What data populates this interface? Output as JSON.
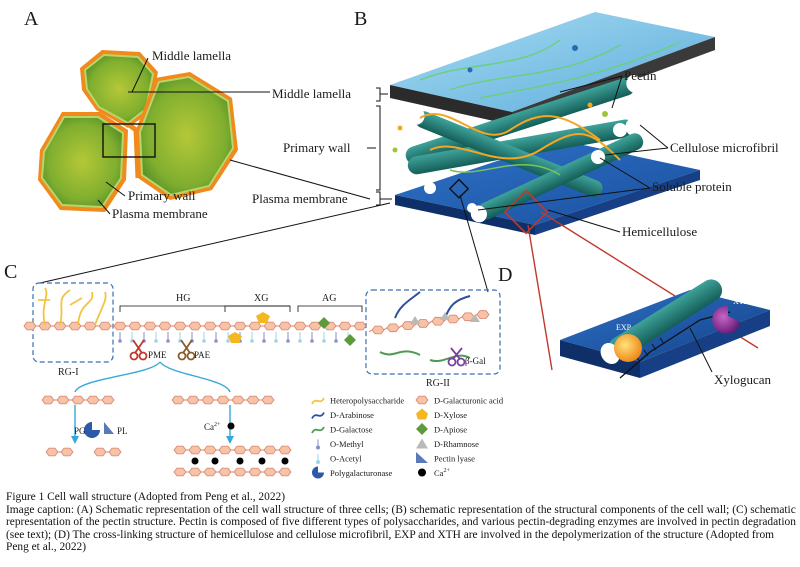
{
  "panels": {
    "a": "A",
    "b": "B",
    "c": "C",
    "d": "D"
  },
  "panel_a": {
    "middle_lamella": "Middle lamella",
    "primary_wall": "Primary wall",
    "plasma_membrane": "Plasma membrane"
  },
  "panel_b": {
    "middle_lamella": "Middle lamella",
    "primary_wall": "Primary wall",
    "plasma_membrane": "Plasma membrane",
    "pectin": "Pectin",
    "cellulose_microfibril": "Cellulose microfibril",
    "soluble_protein": "Soluble protein",
    "hemicellulose": "Hemicellulose"
  },
  "panel_c": {
    "hg": "HG",
    "xg": "XG",
    "ag": "AG",
    "rg1": "RG-I",
    "rg2": "RG-II",
    "pme": "PME",
    "pae": "PAE",
    "bgal": "β-Gal",
    "pg": "PG",
    "pl": "PL",
    "ca": "Ca",
    "ca_sup": "2+"
  },
  "legend": [
    {
      "label": "Heteropolysaccharide",
      "color": "#f2c440",
      "shape": "curve"
    },
    {
      "label": "D-Arabinose",
      "color": "#2c4f9e",
      "shape": "curve"
    },
    {
      "label": "D-Galactose",
      "color": "#4f9a54",
      "shape": "curve"
    },
    {
      "label": "O-Methyl",
      "color": "#8a8fc9",
      "shape": "pin"
    },
    {
      "label": "O-Acetyl",
      "color": "#9fd3e6",
      "shape": "pin"
    },
    {
      "label": "Polygalacturonase",
      "color": "#2c5aa8",
      "shape": "pacman"
    },
    {
      "label": "D-Galacturonic acid",
      "color": "#f6c3a8",
      "shape": "hexagon"
    },
    {
      "label": "D-Xylose",
      "color": "#f3b820",
      "shape": "pentagon"
    },
    {
      "label": "D-Apiose",
      "color": "#5d9a3c",
      "shape": "diamond"
    },
    {
      "label": "D-Rhamnose",
      "color": "#b9b9b9",
      "shape": "triangle"
    },
    {
      "label": "Pectin lyase",
      "color": "#5b79b8",
      "shape": "wedge"
    },
    {
      "label": "Ca",
      "sup": "2+",
      "color": "#000000",
      "shape": "dot"
    }
  ],
  "panel_d": {
    "exp": "EXP",
    "xth": "XTH",
    "xyloglucan": "Xylogucan"
  },
  "caption": {
    "title": "Figure 1 Cell wall structure (Adopted from Peng et al., 2022)",
    "body": "Image caption: (A) Schematic representation of the cell wall structure of three cells; (B) schematic representation of the structural components of the cell wall; (C) schematic representation of the pectin structure. Pectin is composed of five different types of polysaccharides, and various pectin-degrading enzymes are involved in pectin degradation (see text); (D) The cross-linking structure of hemicellulose and cellulose microfibril, EXP and XTH are involved in the depolymerization of the structure (Adopted from Peng et al., 2022)"
  },
  "colors": {
    "cell_green": "#7fb331",
    "wall_orange": "#f08a1c",
    "slab_blue": "#1f5fb8",
    "fibril_teal": "#1f7a73",
    "pointer_red": "#c0392b"
  }
}
